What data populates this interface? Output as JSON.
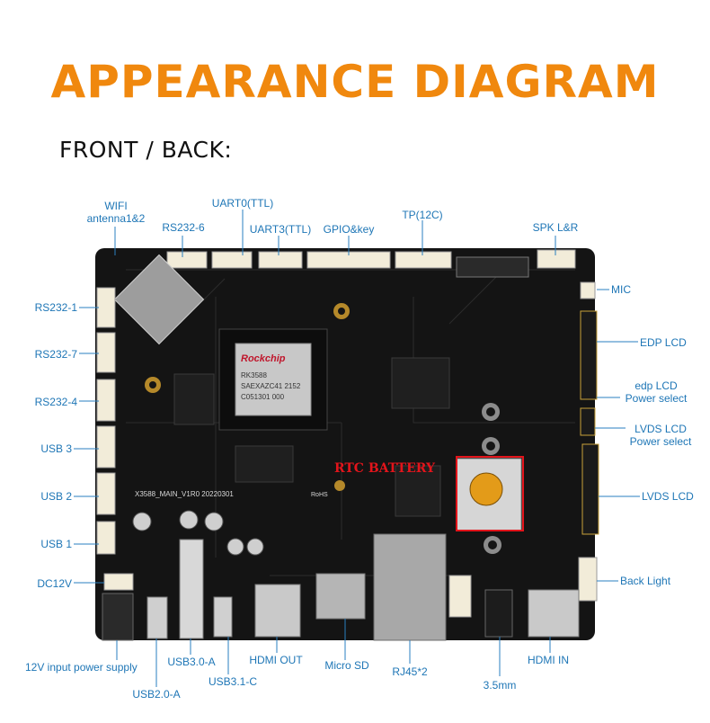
{
  "header": {
    "title": "APPEARANCE DIAGRAM",
    "title_color": "#f0880e",
    "subtitle": "FRONT / BACK:"
  },
  "colors": {
    "label": "#1e76b6",
    "leader": "#2a7fc0",
    "board": "#141414",
    "highlight": "#e3141b"
  },
  "chip": {
    "brand": "Rockchip",
    "line1": "RK3588",
    "line2": "SAEXAZC41  2152",
    "line3": "C051301  000"
  },
  "board_print": {
    "model": "X3588_MAIN_V1R0 20220301",
    "rohs": "RoHS"
  },
  "highlight_label": "RTC BATTERY",
  "labels": {
    "wifi": "WIFI\nantenna1&2",
    "rs232_6": "RS232-6",
    "uart0": "UART0(TTL)",
    "uart3": "UART3(TTL)",
    "gpio_key": "GPIO&key",
    "tp": "TP(12C)",
    "spk": "SPK L&R",
    "mic": "MIC",
    "edp_lcd": "EDP LCD",
    "edp_power": "edp LCD\nPower select",
    "lvds_power": "LVDS LCD\nPower select",
    "lvds_lcd": "LVDS LCD",
    "back_light": "Back Light",
    "hdmi_in": "HDMI IN",
    "jack_35": "3.5mm",
    "rj45": "RJ45*2",
    "micro_sd": "Micro SD",
    "hdmi_out": "HDMI OUT",
    "usb31c": "USB3.1-C",
    "usb30a": "USB3.0-A",
    "usb20a": "USB2.0-A",
    "power_12v": "12V input power supply",
    "rs232_1": "RS232-1",
    "rs232_7": "RS232-7",
    "rs232_4": "RS232-4",
    "usb3": "USB 3",
    "usb2": "USB 2",
    "usb1": "USB 1",
    "dc12v": "DC12V"
  }
}
